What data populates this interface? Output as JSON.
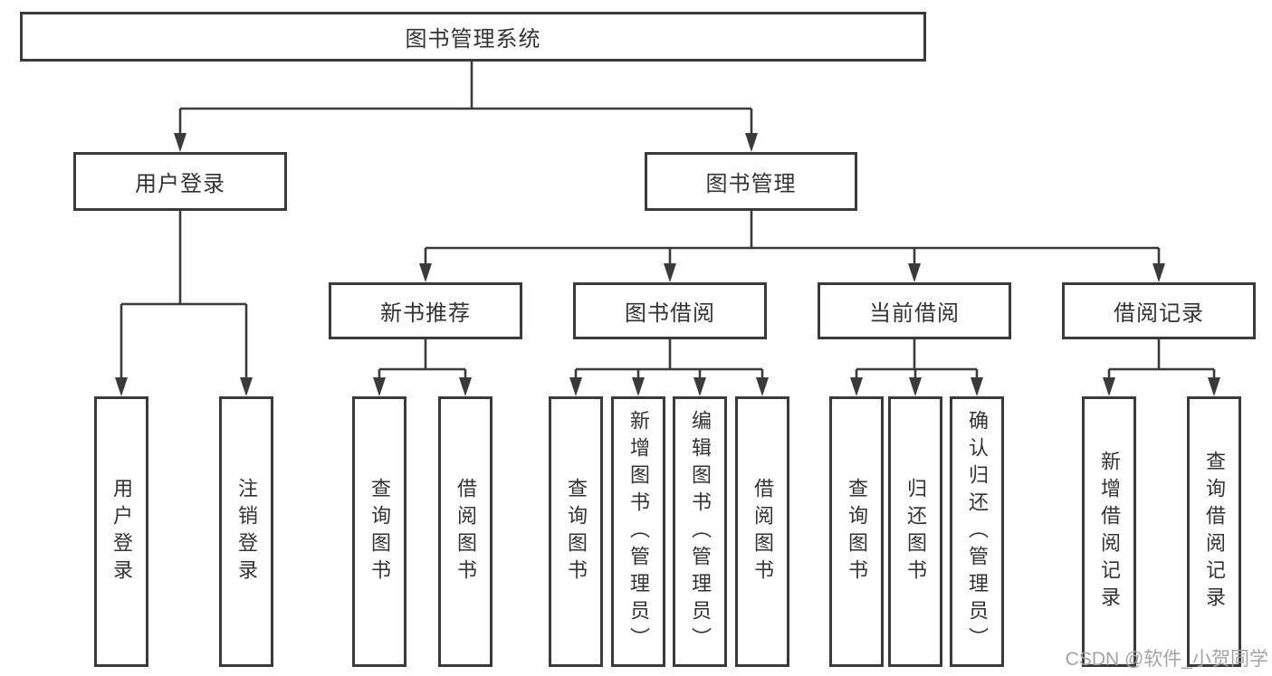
{
  "diagram": {
    "title": "图书管理系统",
    "colors": {
      "border": "#3a3a3a",
      "line": "#3a3a3a",
      "text": "#333333",
      "watermark": "#a4a4a4",
      "background": "#ffffff"
    },
    "root": {
      "label": "图书管理系统"
    },
    "level2": [
      {
        "label": "用户登录"
      },
      {
        "label": "图书管理"
      }
    ],
    "level3": [
      {
        "label": "新书推荐"
      },
      {
        "label": "图书借阅"
      },
      {
        "label": "当前借阅"
      },
      {
        "label": "借阅记录"
      }
    ],
    "leaves": [
      {
        "label": "用户登录",
        "parent": "用户登录"
      },
      {
        "label": "注销登录",
        "parent": "用户登录"
      },
      {
        "label": "查询图书",
        "parent": "新书推荐"
      },
      {
        "label": "借阅图书",
        "parent": "新书推荐"
      },
      {
        "label": "查询图书",
        "parent": "图书借阅"
      },
      {
        "label": "新增图书（管理员）",
        "parent": "图书借阅"
      },
      {
        "label": "编辑图书（管理员）",
        "parent": "图书借阅"
      },
      {
        "label": "借阅图书",
        "parent": "图书借阅"
      },
      {
        "label": "查询图书",
        "parent": "当前借阅"
      },
      {
        "label": "归还图书",
        "parent": "当前借阅"
      },
      {
        "label": "确认归还（管理员）",
        "parent": "当前借阅"
      },
      {
        "label": "新增借阅记录",
        "parent": "借阅记录"
      },
      {
        "label": "查询借阅记录",
        "parent": "借阅记录"
      }
    ],
    "watermark": "CSDN @软件_小贺同学"
  }
}
